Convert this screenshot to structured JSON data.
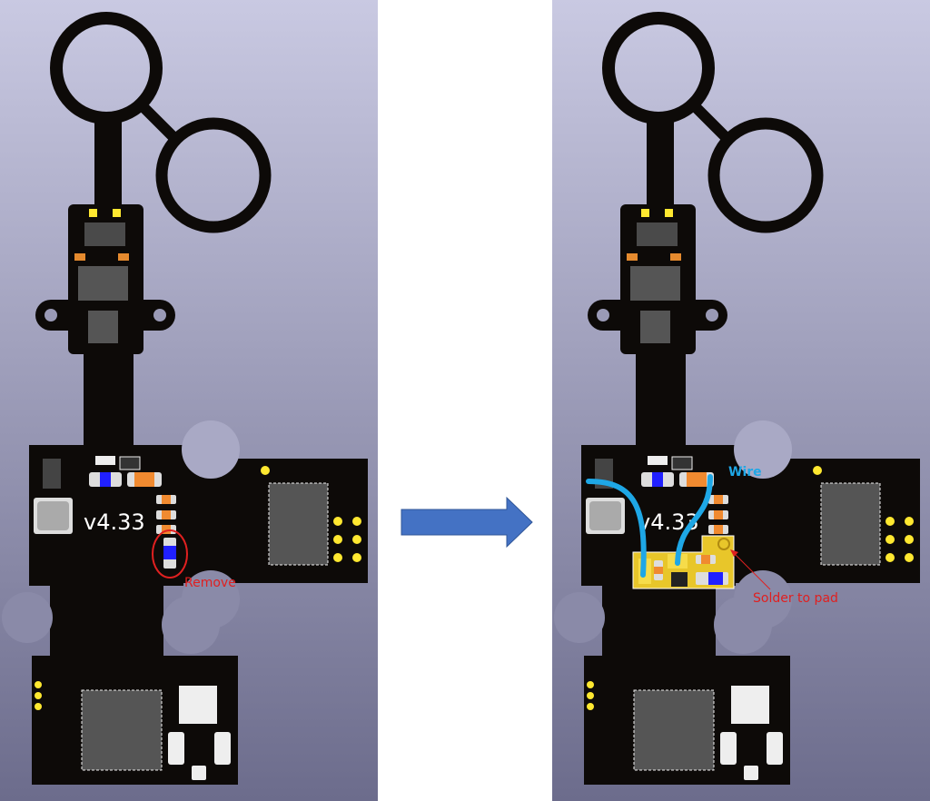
{
  "before_panel": {
    "version_label": "v4.33",
    "annotation": "Remove",
    "annotation_color": "#e02020"
  },
  "after_panel": {
    "version_label": "v4.33",
    "wire_label": "Wire",
    "wire_color": "#1ea7e6",
    "pad_annotation": "Solder to pad",
    "pad_annotation_color": "#e02020",
    "addon_board_color": "#e8c62a"
  },
  "arrow": {
    "direction": "right",
    "color": "#4472c4"
  },
  "colors": {
    "pcb": "#0d0a08",
    "background_top": "#c9c9e2",
    "background_bottom": "#6c6c8c",
    "separator": "#ffffff"
  }
}
